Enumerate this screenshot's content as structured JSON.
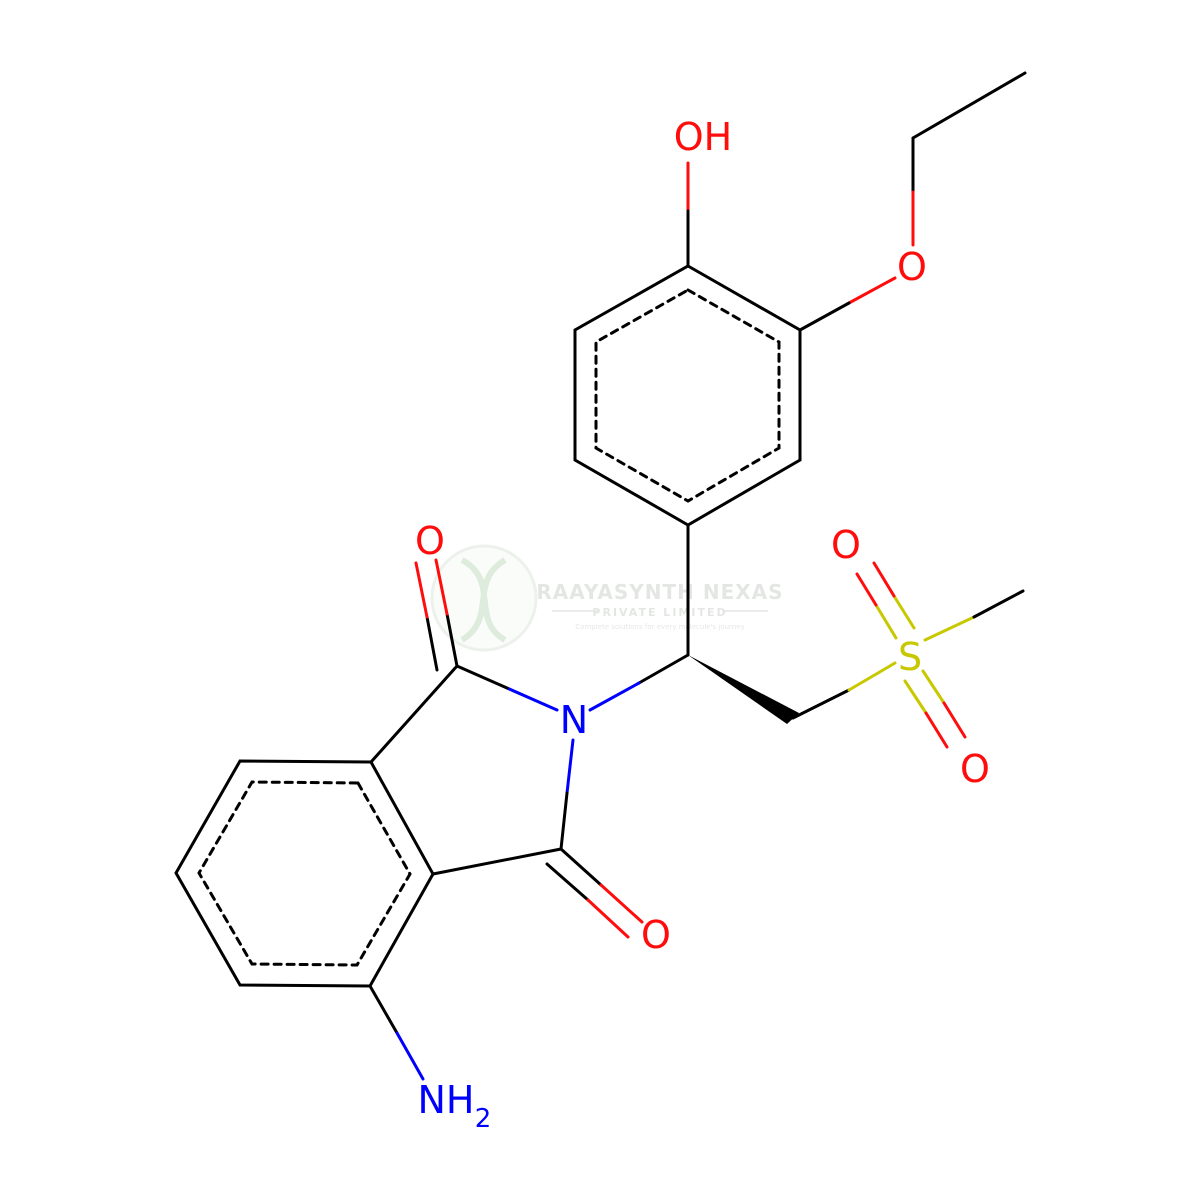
{
  "molecule": {
    "atoms": {
      "hydroxyl": "OH",
      "ether_oxygen": "O",
      "nitrogen": "N",
      "imide_oxygen_top": "O",
      "imide_oxygen_bottom": "O",
      "sulfur": "S",
      "sulfone_oxygen_top": "O",
      "sulfone_oxygen_bottom": "O",
      "amine": "NH",
      "amine_subscript": "2"
    },
    "colors": {
      "bond": "#000000",
      "oxygen": "#ff0d0d",
      "nitrogen": "#0000ff",
      "sulfur": "#c8c800"
    }
  },
  "watermark": {
    "name": "RAAYASYNTH NEXAS",
    "subtitle": "PRIVATE LIMITED",
    "tagline": "Complete solutions for every molecule's journey"
  }
}
